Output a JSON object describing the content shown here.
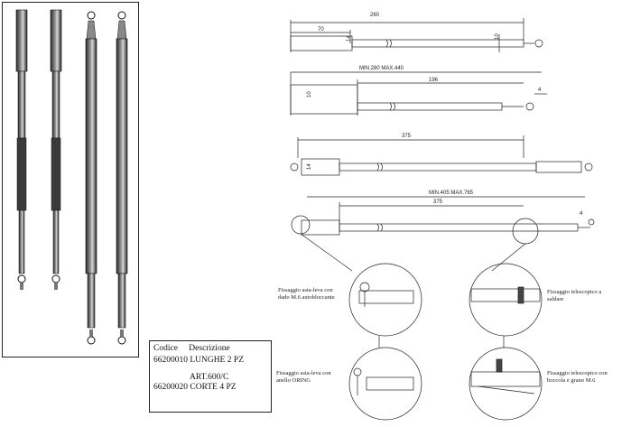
{
  "code_table": {
    "col_code": "Codice",
    "col_description": "Descrizione",
    "row1": "66200010 LUNGHE 2 PZ",
    "article": "ART.600/C",
    "row2": "66200020 CORTE 4 PZ"
  },
  "drawing1": {
    "overall": "260",
    "offset": "70",
    "dia": "14",
    "tip": "10"
  },
  "drawing2": {
    "range": "MIN.280   MAX.440",
    "length": "196",
    "dia": "10",
    "tip": "4"
  },
  "drawing3": {
    "length": "375",
    "dia": "14"
  },
  "drawing4": {
    "range": "MIN.405   MAX.765",
    "length": "375",
    "tip": "4"
  },
  "details": {
    "d1": "Fissaggio asta-leva con dado M.6 autobloccante",
    "d2": "Fissaggio telescopico a saldare",
    "d3": "Fissaggio asta-leva con anello ORING",
    "d4": "Fissaggio telescopico con boccola e grano M.6"
  },
  "colors": {
    "ink": "#222222",
    "rod_dark": "#3a3a3a",
    "rod_light": "#c8c8c8"
  }
}
